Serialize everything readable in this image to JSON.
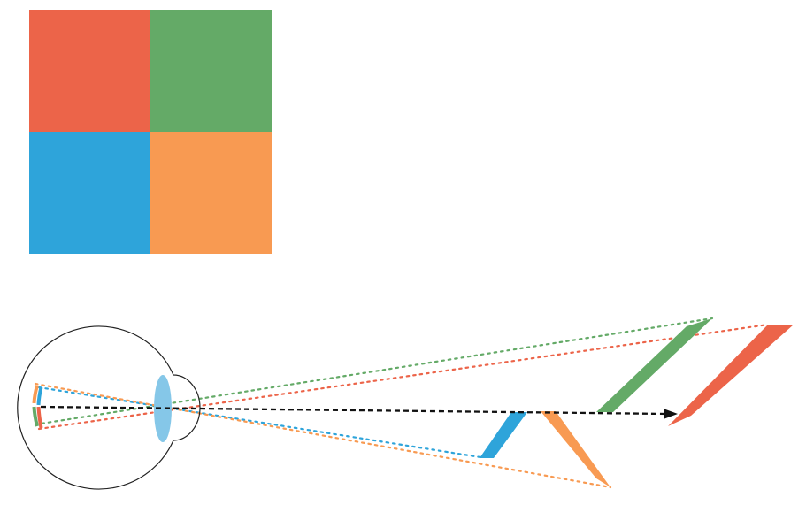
{
  "colors": {
    "red": "#ec6449",
    "green": "#64aa67",
    "blue": "#2ea4da",
    "orange": "#f89a52",
    "lens": "#85c7e8",
    "eye_outline": "#222222",
    "axis": "#111111"
  },
  "quadrants": [
    {
      "position": "top-left",
      "color": "red"
    },
    {
      "position": "top-right",
      "color": "green"
    },
    {
      "position": "bottom-left",
      "color": "blue"
    },
    {
      "position": "bottom-right",
      "color": "orange"
    }
  ],
  "eye": {
    "parts": [
      "eyeball",
      "cornea",
      "lens",
      "retina"
    ]
  },
  "projections": [
    {
      "color": "blue",
      "rank": 1
    },
    {
      "color": "orange",
      "rank": 2
    },
    {
      "color": "green",
      "rank": 3
    },
    {
      "color": "red",
      "rank": 4
    }
  ],
  "visual_axis": {
    "style": "dashed",
    "arrow": true
  }
}
